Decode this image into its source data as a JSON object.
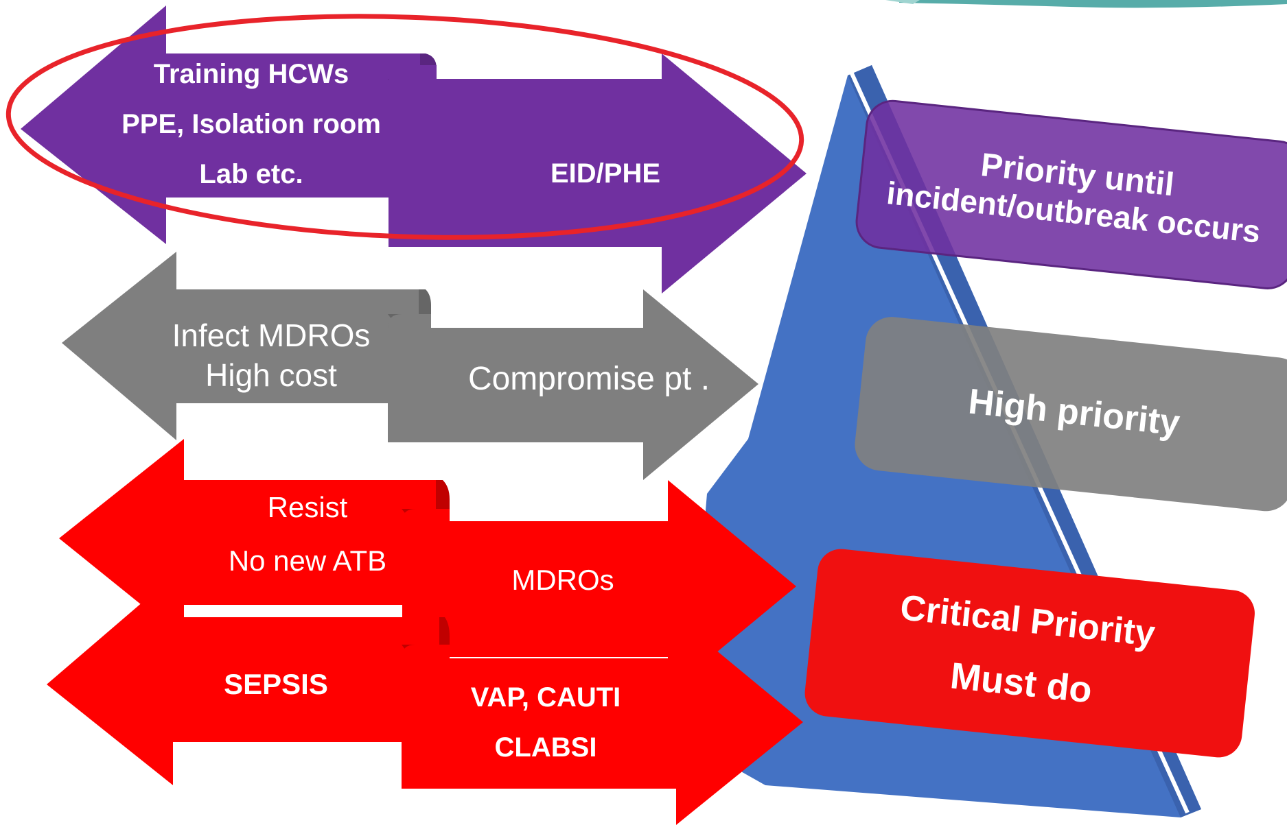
{
  "colors": {
    "purple": "#7030A0",
    "purple_fold": "#5A2580",
    "gray": "#7F7F7F",
    "gray_fold": "#666666",
    "red": "#FF0000",
    "red_fold": "#C00000",
    "pyramid_blue": "#4472C4",
    "box_purple": "#7E3FB0",
    "box_gray": "#808080",
    "box_red": "#F01010",
    "ellipse": "#E8232A",
    "text_light": "#FFFFFF"
  },
  "rows": {
    "eid": {
      "left_lines": [
        "Training HCWs",
        "PPE, Isolation room",
        "Lab etc."
      ],
      "right_label": "EID/PHE"
    },
    "compromise": {
      "left_lines": [
        "Infect MDROs",
        "High cost"
      ],
      "right_label": "Compromise  pt ."
    },
    "mdro": {
      "left_lines": [
        "Resist",
        "No  new ATB"
      ],
      "right_label": "MDROs"
    },
    "sepsis": {
      "left_label": "SEPSIS",
      "right_lines": [
        "VAP, CAUTI",
        "CLABSI"
      ]
    }
  },
  "priority_boxes": {
    "top": [
      "Priority until",
      "incident/outbreak occurs"
    ],
    "middle": "High priority",
    "bottom": [
      "Critical  Priority",
      "Must do"
    ]
  }
}
